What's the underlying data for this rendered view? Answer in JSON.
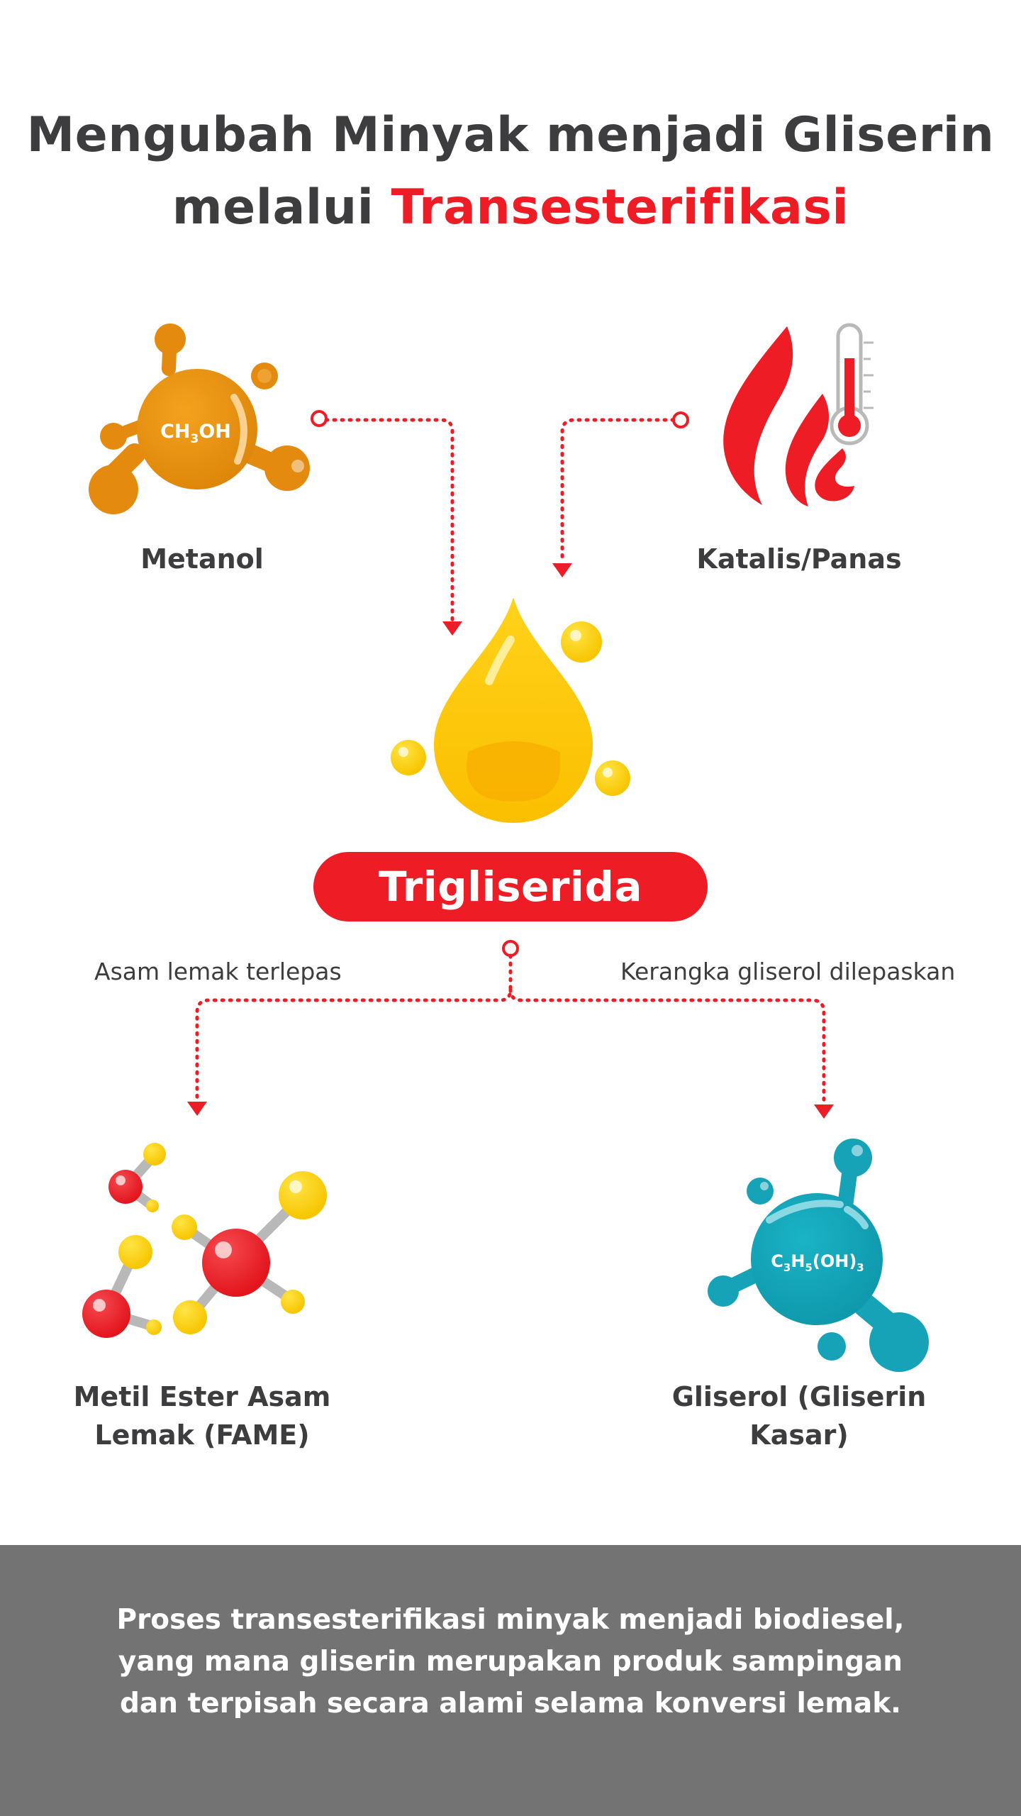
{
  "title": {
    "line1": "Mengubah Minyak menjadi Gliserin",
    "line2_prefix": "melalui ",
    "line2_accent": "Transesterifikasi"
  },
  "inputs": {
    "methanol": {
      "label": "Metanol",
      "formula_main": "CH",
      "formula_sub": "3",
      "formula_tail": "OH"
    },
    "catalyst": {
      "label": "Katalis/Panas"
    }
  },
  "center": {
    "label": "Trigliserida"
  },
  "branches": {
    "left_note": "Asam lemak terlepas",
    "right_note": "Kerangka gliserol dilepaskan"
  },
  "outputs": {
    "fame": {
      "label_line1": "Metil Ester Asam",
      "label_line2": "Lemak (FAME)"
    },
    "glycerol": {
      "label_line1": "Gliserol (Gliserin",
      "label_line2": "Kasar)",
      "f_c": "C",
      "f_c_sub": "3",
      "f_h": "H",
      "f_h_sub": "5",
      "f_oh": "(OH)",
      "f_oh_sub": "3"
    }
  },
  "footer": {
    "text": "Proses transesterifikasi minyak menjadi biodiesel, yang mana gliserin merupakan produk sampingan dan terpisah secara alami selama konversi lemak."
  },
  "colors": {
    "red": "#ee1c25",
    "dark_text": "#3d3d3f",
    "orange": "#e38a0f",
    "yellow": "#fcc400",
    "teal": "#16a3b8",
    "footer_bg": "#737373"
  }
}
